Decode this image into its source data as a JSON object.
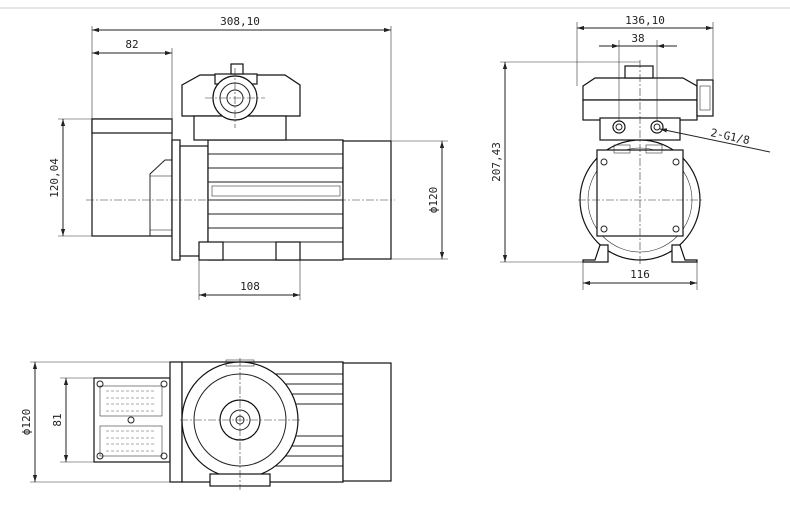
{
  "dimensions": {
    "overall_length": "308,10",
    "gearbox_length": "82",
    "gearbox_height": "120,04",
    "motor_diameter": "ϕ120",
    "foot_spacing_side": "108",
    "end_view_width": "136,10",
    "port_spacing": "38",
    "overall_height": "207,43",
    "foot_spacing_end": "116",
    "port_callout": "2-G1/8",
    "top_view_diameter": "ϕ120",
    "top_view_width": "81"
  }
}
